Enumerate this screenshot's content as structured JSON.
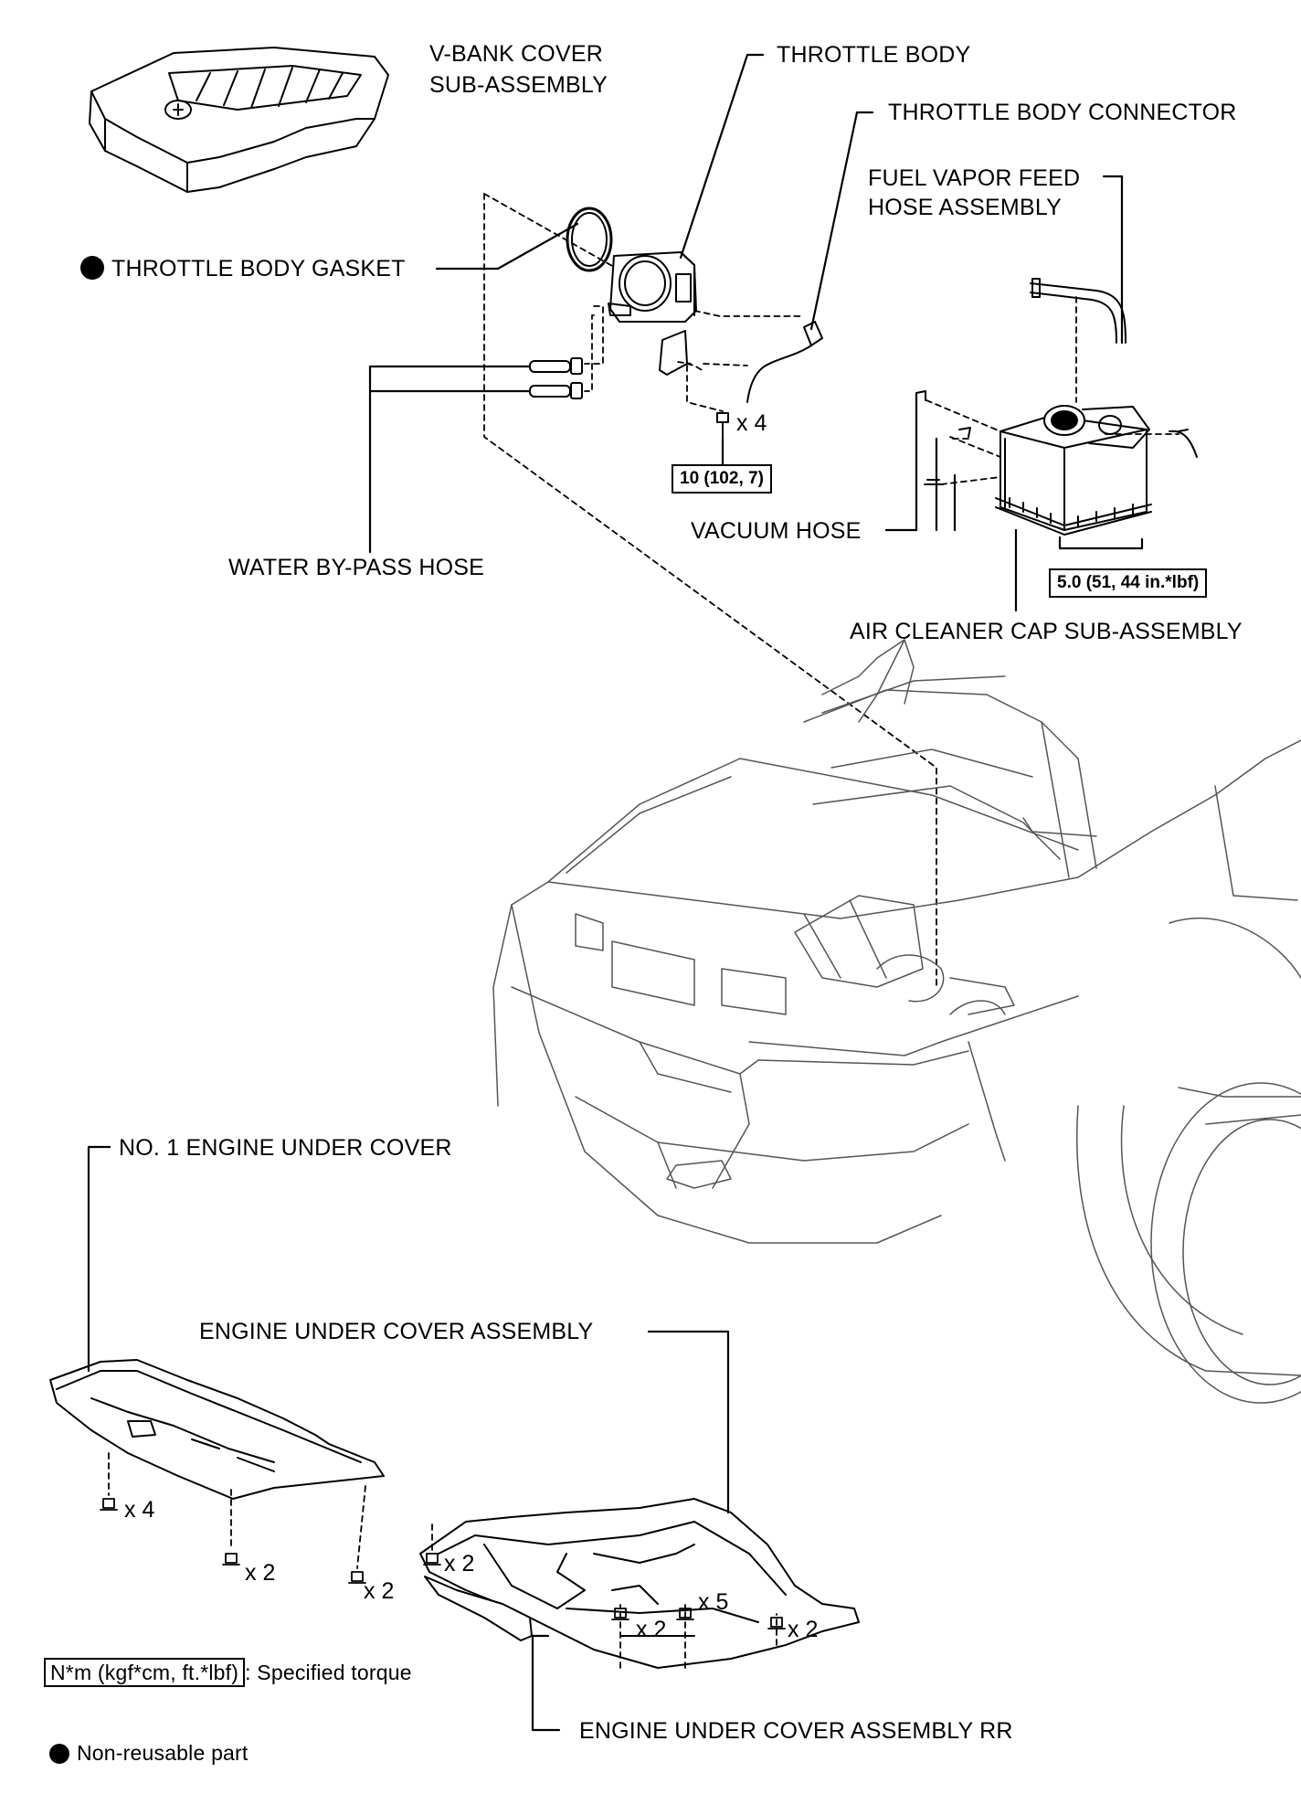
{
  "labels": {
    "vbank_cover_1": "V-BANK COVER",
    "vbank_cover_2": "SUB-ASSEMBLY",
    "throttle_body": "THROTTLE BODY",
    "throttle_body_connector": "THROTTLE BODY CONNECTOR",
    "fuel_vapor_1": "FUEL VAPOR FEED",
    "fuel_vapor_2": "HOSE ASSEMBLY",
    "throttle_body_gasket": "THROTTLE BODY GASKET",
    "water_bypass_hose": "WATER BY-PASS HOSE",
    "vacuum_hose": "VACUUM HOSE",
    "air_cleaner_cap": "AIR CLEANER CAP SUB-ASSEMBLY",
    "no1_engine_under_cover": "NO. 1 ENGINE UNDER COVER",
    "engine_under_cover_assembly": "ENGINE UNDER COVER ASSEMBLY",
    "engine_under_cover_assembly_rr": "ENGINE UNDER COVER ASSEMBLY RR"
  },
  "torques": {
    "throttle_bolts": "10 (102, 7)",
    "air_cleaner": "5.0 (51, 44 in.*lbf)"
  },
  "quantities": {
    "throttle_bolts": "x 4",
    "no1_left": "x 4",
    "no1_mid": "x 2",
    "no1_right": "x 2",
    "rr_bolts": "x 2",
    "assy_left": "x 2",
    "assy_mid": "x 5",
    "assy_right": "x 2"
  },
  "legend": {
    "torque_units": "N*m (kgf*cm, ft.*lbf)",
    "torque_desc": ": Specified torque",
    "non_reusable": "Non-reusable part"
  }
}
